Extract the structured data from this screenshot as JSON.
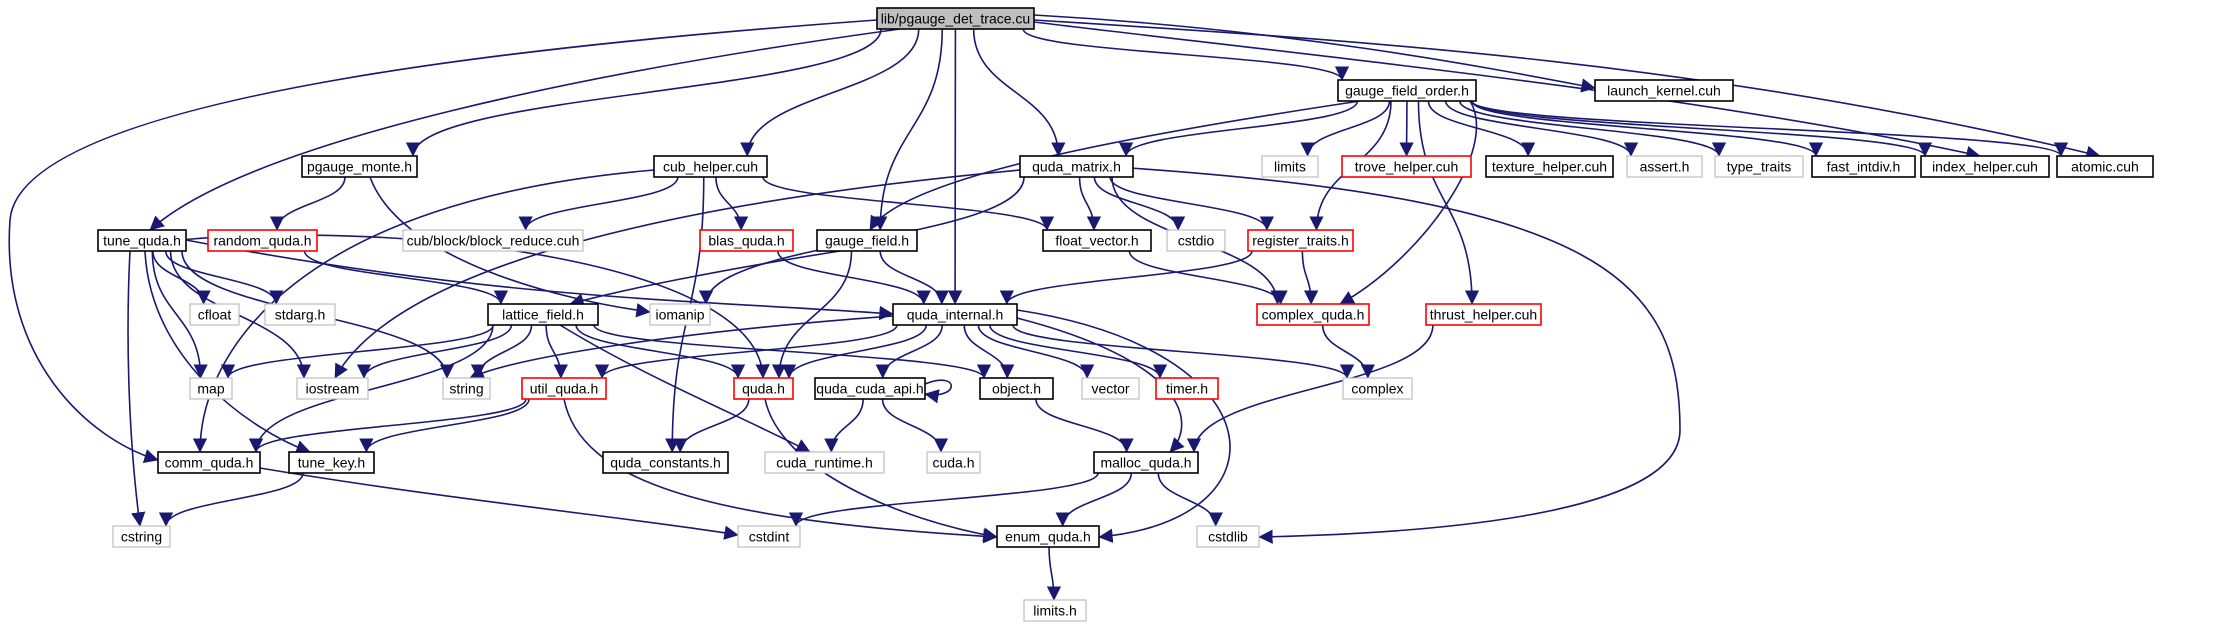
{
  "colors": {
    "edge": "#191970",
    "border_normal": "#000000",
    "border_red": "#ff0000",
    "border_gray": "#bfbfbf",
    "root_fill": "#bfbfbf"
  },
  "nodes": [
    {
      "id": "root",
      "label": "lib/pgauge_det_trace.cu",
      "style": "root"
    },
    {
      "id": "launch_kernel",
      "label": "launch_kernel.cuh",
      "style": "normal"
    },
    {
      "id": "gauge_field_order",
      "label": "gauge_field_order.h",
      "style": "normal"
    },
    {
      "id": "limits",
      "label": "limits",
      "style": "gray"
    },
    {
      "id": "trove_helper",
      "label": "trove_helper.cuh",
      "style": "red"
    },
    {
      "id": "texture_helper",
      "label": "texture_helper.cuh",
      "style": "normal"
    },
    {
      "id": "assert",
      "label": "assert.h",
      "style": "gray"
    },
    {
      "id": "type_traits",
      "label": "type_traits",
      "style": "gray"
    },
    {
      "id": "fast_intdiv",
      "label": "fast_intdiv.h",
      "style": "normal"
    },
    {
      "id": "index_helper",
      "label": "index_helper.cuh",
      "style": "normal"
    },
    {
      "id": "atomic",
      "label": "atomic.cuh",
      "style": "normal"
    },
    {
      "id": "pgauge_monte",
      "label": "pgauge_monte.h",
      "style": "normal"
    },
    {
      "id": "cub_helper",
      "label": "cub_helper.cuh",
      "style": "normal"
    },
    {
      "id": "quda_matrix",
      "label": "quda_matrix.h",
      "style": "normal"
    },
    {
      "id": "cub_block_reduce",
      "label": "cub/block/block_reduce.cuh",
      "style": "gray"
    },
    {
      "id": "cstdio",
      "label": "cstdio",
      "style": "gray"
    },
    {
      "id": "tune_quda",
      "label": "tune_quda.h",
      "style": "normal"
    },
    {
      "id": "random_quda",
      "label": "random_quda.h",
      "style": "red"
    },
    {
      "id": "blas_quda",
      "label": "blas_quda.h",
      "style": "red"
    },
    {
      "id": "gauge_field",
      "label": "gauge_field.h",
      "style": "normal"
    },
    {
      "id": "float_vector",
      "label": "float_vector.h",
      "style": "normal"
    },
    {
      "id": "register_traits",
      "label": "register_traits.h",
      "style": "red"
    },
    {
      "id": "cfloat",
      "label": "cfloat",
      "style": "gray"
    },
    {
      "id": "stdarg",
      "label": "stdarg.h",
      "style": "gray"
    },
    {
      "id": "lattice_field",
      "label": "lattice_field.h",
      "style": "normal"
    },
    {
      "id": "iomanip",
      "label": "iomanip",
      "style": "gray"
    },
    {
      "id": "quda_internal",
      "label": "quda_internal.h",
      "style": "normal"
    },
    {
      "id": "complex_quda",
      "label": "complex_quda.h",
      "style": "red"
    },
    {
      "id": "thrust_helper",
      "label": "thrust_helper.cuh",
      "style": "red"
    },
    {
      "id": "map",
      "label": "map",
      "style": "gray"
    },
    {
      "id": "iostream",
      "label": "iostream",
      "style": "gray"
    },
    {
      "id": "string",
      "label": "string",
      "style": "gray"
    },
    {
      "id": "util_quda",
      "label": "util_quda.h",
      "style": "red"
    },
    {
      "id": "quda_h",
      "label": "quda.h",
      "style": "red"
    },
    {
      "id": "quda_cuda_api",
      "label": "quda_cuda_api.h",
      "style": "normal"
    },
    {
      "id": "object",
      "label": "object.h",
      "style": "normal"
    },
    {
      "id": "vector",
      "label": "vector",
      "style": "gray"
    },
    {
      "id": "timer",
      "label": "timer.h",
      "style": "red"
    },
    {
      "id": "complex",
      "label": "complex",
      "style": "gray"
    },
    {
      "id": "comm_quda",
      "label": "comm_quda.h",
      "style": "normal"
    },
    {
      "id": "tune_key",
      "label": "tune_key.h",
      "style": "normal"
    },
    {
      "id": "quda_constants",
      "label": "quda_constants.h",
      "style": "normal"
    },
    {
      "id": "cuda_runtime",
      "label": "cuda_runtime.h",
      "style": "gray"
    },
    {
      "id": "cuda_h",
      "label": "cuda.h",
      "style": "gray"
    },
    {
      "id": "malloc_quda",
      "label": "malloc_quda.h",
      "style": "normal"
    },
    {
      "id": "cstring",
      "label": "cstring",
      "style": "gray"
    },
    {
      "id": "cstdint",
      "label": "cstdint",
      "style": "gray"
    },
    {
      "id": "enum_quda",
      "label": "enum_quda.h",
      "style": "normal"
    },
    {
      "id": "cstdlib",
      "label": "cstdlib",
      "style": "gray"
    },
    {
      "id": "limits_h",
      "label": "limits.h",
      "style": "gray"
    }
  ],
  "edges": [
    [
      "root",
      "launch_kernel"
    ],
    [
      "root",
      "gauge_field_order"
    ],
    [
      "root",
      "pgauge_monte"
    ],
    [
      "root",
      "cub_helper"
    ],
    [
      "root",
      "quda_matrix"
    ],
    [
      "root",
      "tune_quda"
    ],
    [
      "root",
      "gauge_field"
    ],
    [
      "root",
      "quda_internal"
    ],
    [
      "root",
      "comm_quda"
    ],
    [
      "root",
      "index_helper"
    ],
    [
      "root",
      "atomic"
    ],
    [
      "gauge_field_order",
      "limits"
    ],
    [
      "gauge_field_order",
      "trove_helper"
    ],
    [
      "gauge_field_order",
      "texture_helper"
    ],
    [
      "gauge_field_order",
      "assert"
    ],
    [
      "gauge_field_order",
      "type_traits"
    ],
    [
      "gauge_field_order",
      "fast_intdiv"
    ],
    [
      "gauge_field_order",
      "index_helper"
    ],
    [
      "gauge_field_order",
      "atomic"
    ],
    [
      "gauge_field_order",
      "quda_matrix"
    ],
    [
      "gauge_field_order",
      "register_traits"
    ],
    [
      "gauge_field_order",
      "complex_quda"
    ],
    [
      "gauge_field_order",
      "thrust_helper"
    ],
    [
      "gauge_field_order",
      "gauge_field"
    ],
    [
      "pgauge_monte",
      "random_quda"
    ],
    [
      "pgauge_monte",
      "iomanip"
    ],
    [
      "cub_helper",
      "cub_block_reduce"
    ],
    [
      "cub_helper",
      "blas_quda"
    ],
    [
      "cub_helper",
      "float_vector"
    ],
    [
      "cub_helper",
      "quda_constants"
    ],
    [
      "cub_helper",
      "comm_quda"
    ],
    [
      "quda_matrix",
      "float_vector"
    ],
    [
      "quda_matrix",
      "cstdio"
    ],
    [
      "quda_matrix",
      "register_traits"
    ],
    [
      "quda_matrix",
      "complex_quda"
    ],
    [
      "quda_matrix",
      "iomanip"
    ],
    [
      "quda_matrix",
      "iostream"
    ],
    [
      "quda_matrix",
      "cstdlib"
    ],
    [
      "tune_quda",
      "cfloat"
    ],
    [
      "tune_quda",
      "stdarg"
    ],
    [
      "tune_quda",
      "map"
    ],
    [
      "tune_quda",
      "iostream"
    ],
    [
      "tune_quda",
      "string"
    ],
    [
      "tune_quda",
      "cstring"
    ],
    [
      "tune_quda",
      "quda_internal"
    ],
    [
      "tune_quda",
      "tune_key"
    ],
    [
      "tune_quda",
      "quda_h"
    ],
    [
      "random_quda",
      "lattice_field"
    ],
    [
      "blas_quda",
      "quda_internal"
    ],
    [
      "gauge_field",
      "quda_internal"
    ],
    [
      "gauge_field",
      "quda_h"
    ],
    [
      "gauge_field",
      "lattice_field"
    ],
    [
      "float_vector",
      "complex_quda"
    ],
    [
      "register_traits",
      "quda_internal"
    ],
    [
      "register_traits",
      "complex_quda"
    ],
    [
      "lattice_field",
      "map"
    ],
    [
      "lattice_field",
      "iostream"
    ],
    [
      "lattice_field",
      "string"
    ],
    [
      "lattice_field",
      "util_quda"
    ],
    [
      "lattice_field",
      "quda_h"
    ],
    [
      "lattice_field",
      "object"
    ],
    [
      "lattice_field",
      "comm_quda"
    ],
    [
      "lattice_field",
      "cuda_runtime"
    ],
    [
      "quda_internal",
      "string"
    ],
    [
      "quda_internal",
      "util_quda"
    ],
    [
      "quda_internal",
      "quda_h"
    ],
    [
      "quda_internal",
      "quda_cuda_api"
    ],
    [
      "quda_internal",
      "object"
    ],
    [
      "quda_internal",
      "vector"
    ],
    [
      "quda_internal",
      "timer"
    ],
    [
      "quda_internal",
      "complex"
    ],
    [
      "quda_internal",
      "malloc_quda"
    ],
    [
      "quda_internal",
      "enum_quda"
    ],
    [
      "complex_quda",
      "complex"
    ],
    [
      "thrust_helper",
      "malloc_quda"
    ],
    [
      "util_quda",
      "comm_quda"
    ],
    [
      "util_quda",
      "tune_key"
    ],
    [
      "util_quda",
      "enum_quda"
    ],
    [
      "quda_h",
      "quda_constants"
    ],
    [
      "quda_h",
      "enum_quda"
    ],
    [
      "quda_cuda_api",
      "cuda_runtime"
    ],
    [
      "quda_cuda_api",
      "cuda_h"
    ],
    [
      "quda_cuda_api",
      "quda_cuda_api"
    ],
    [
      "object",
      "malloc_quda"
    ],
    [
      "comm_quda",
      "cstdint"
    ],
    [
      "tune_key",
      "cstring"
    ],
    [
      "malloc_quda",
      "cstdint"
    ],
    [
      "malloc_quda",
      "enum_quda"
    ],
    [
      "malloc_quda",
      "cstdlib"
    ],
    [
      "enum_quda",
      "limits_h"
    ]
  ]
}
